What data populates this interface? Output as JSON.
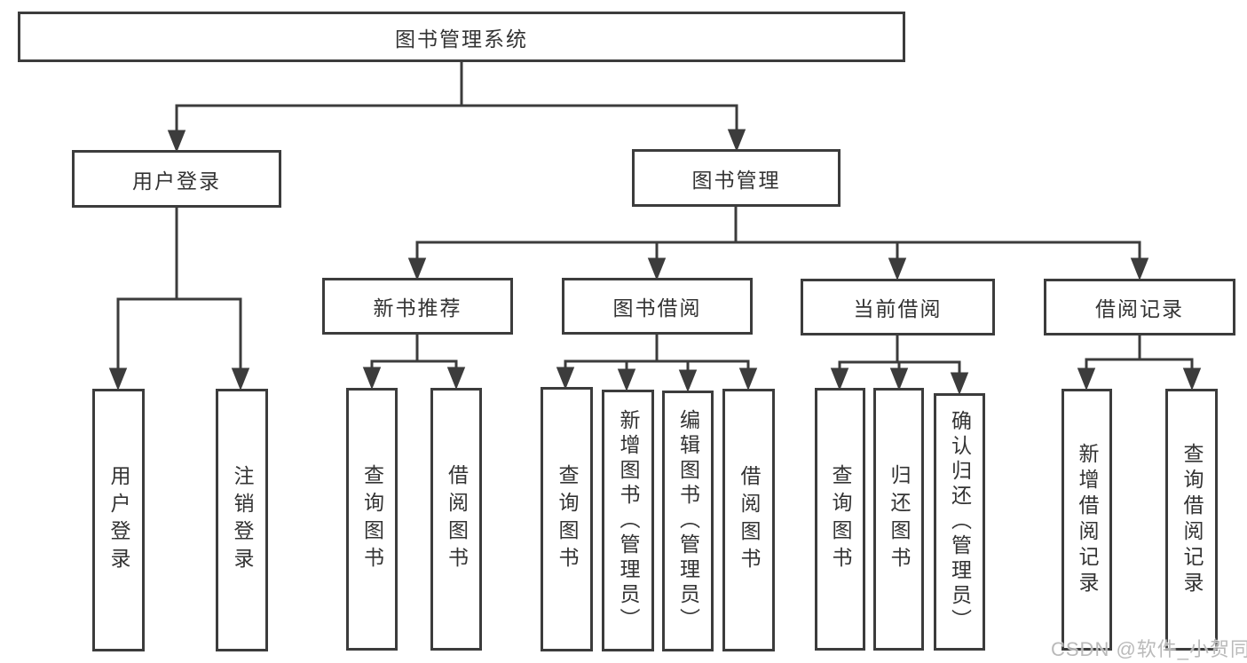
{
  "tree": {
    "root": "图书管理系统",
    "branches": [
      {
        "label": "用户登录",
        "children": [
          "用户登录",
          "注销登录"
        ]
      },
      {
        "label": "图书管理",
        "groups": [
          {
            "label": "新书推荐",
            "children": [
              "查询图书",
              "借阅图书"
            ]
          },
          {
            "label": "图书借阅",
            "children": [
              "查询图书",
              "新增图书（管理员）",
              "编辑图书（管理员）",
              "借阅图书"
            ]
          },
          {
            "label": "当前借阅",
            "children": [
              "查询图书",
              "归还图书",
              "确认归还（管理员）"
            ]
          },
          {
            "label": "借阅记录",
            "children": [
              "新增借阅记录",
              "查询借阅记录"
            ]
          }
        ]
      }
    ]
  },
  "watermark": "CSDN @软件_小贺同学",
  "colors": {
    "line": "#3c3c3c",
    "text": "#333333",
    "background": "#ffffff",
    "watermark": "#b5b5b5"
  }
}
